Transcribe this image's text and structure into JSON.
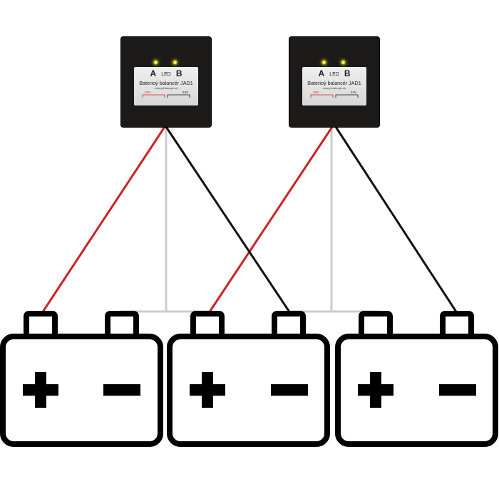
{
  "modules": [
    {
      "led_a_label": "A",
      "led_center_label": "LED",
      "led_b_label": "B",
      "title": "Baterioý balancér JAD1",
      "website": "www.pihakrage.sk",
      "voltage_left": "24V",
      "voltage_right": "24V"
    },
    {
      "led_a_label": "A",
      "led_center_label": "LED",
      "led_b_label": "B",
      "title": "Baterioý balancér JAD1",
      "website": "www.pihakrage.sk",
      "voltage_left": "24V",
      "voltage_right": "24V"
    }
  ],
  "batteries": [
    {
      "positive_symbol": "+",
      "negative_symbol": "−"
    },
    {
      "positive_symbol": "+",
      "negative_symbol": "−"
    },
    {
      "positive_symbol": "+",
      "negative_symbol": "−"
    }
  ],
  "colors": {
    "positive_wire": "#d02020",
    "negative_wire": "#111111",
    "center_wire": "#cccccc",
    "module_body": "#1c1a19",
    "led": "#f4f33c"
  }
}
